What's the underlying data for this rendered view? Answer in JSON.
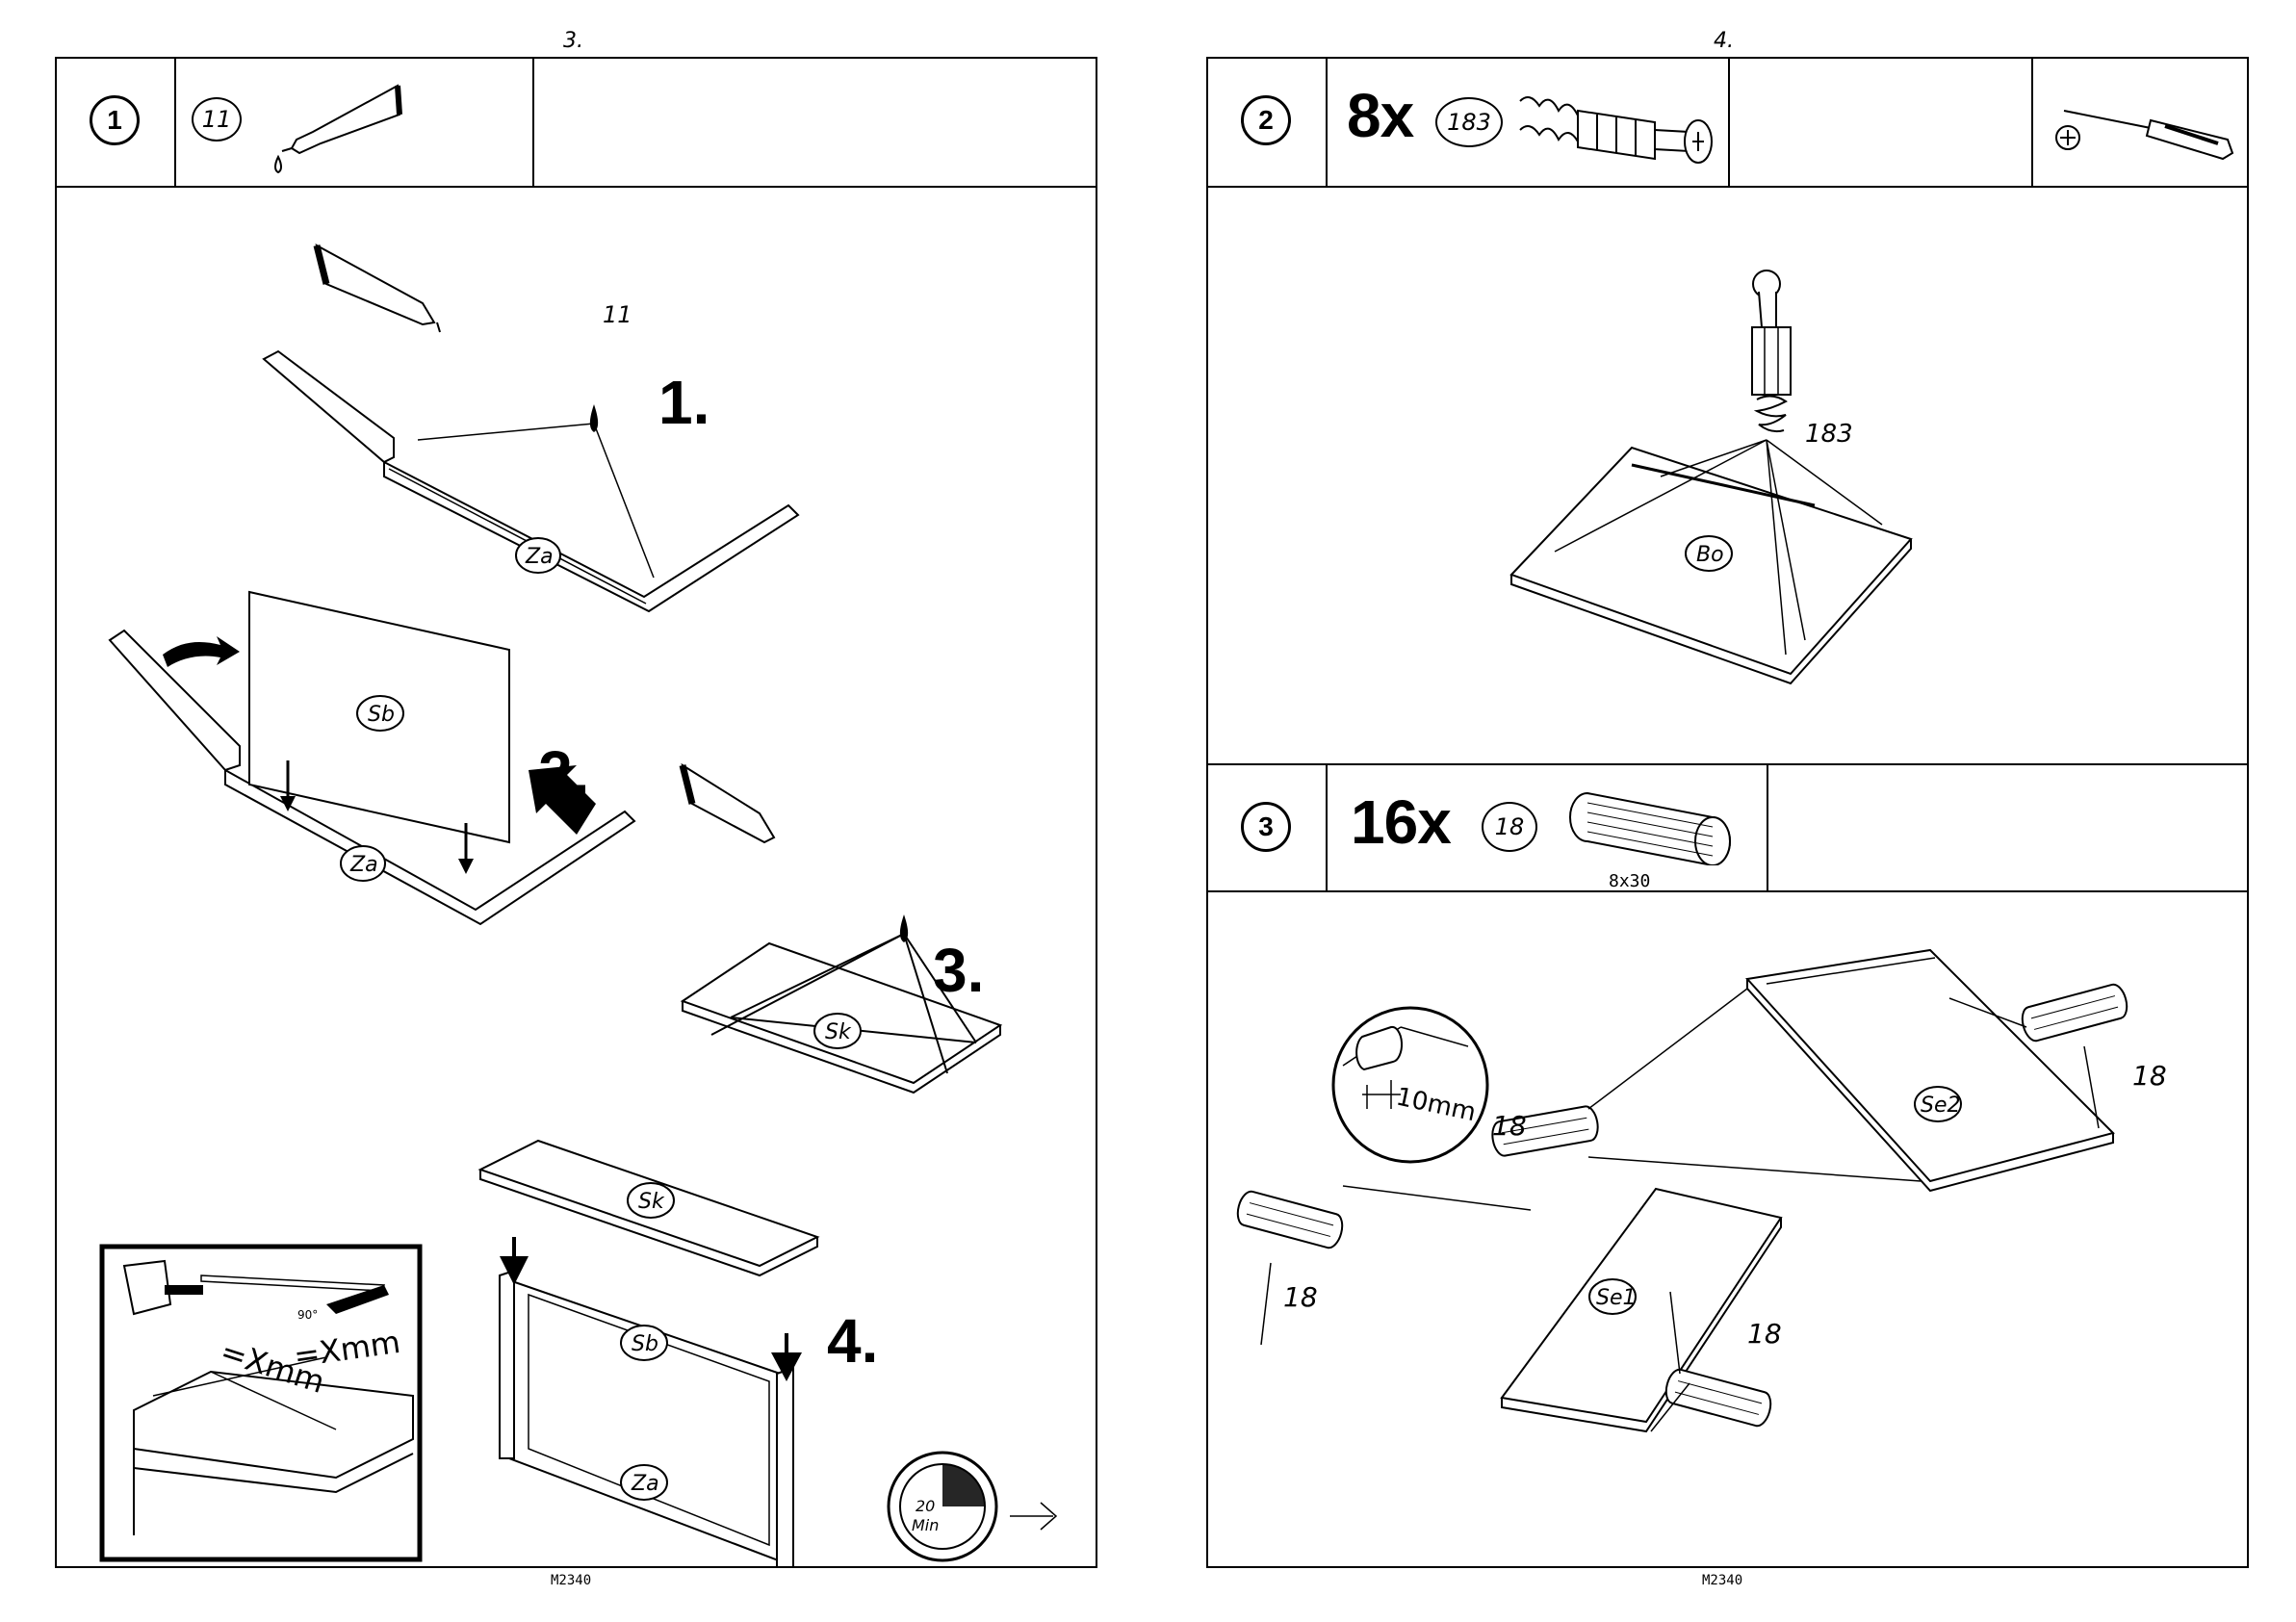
{
  "left_page": {
    "page_number": "3.",
    "footer": "M2340",
    "step": "1",
    "header_part": "11",
    "substeps": [
      "1.",
      "2.",
      "3.",
      "4."
    ],
    "glue_label": "11",
    "parts": {
      "za": "Za",
      "sb": "Sb",
      "sk": "Sk"
    },
    "inset": {
      "measure_1": "=Xmm",
      "measure_2": "=Xmm",
      "angle": "90°"
    },
    "drying": {
      "value": "20",
      "unit": "Min"
    }
  },
  "right_page": {
    "page_number": "4.",
    "footer": "M2340",
    "step_2": {
      "step": "2",
      "quantity": "8x",
      "part": "183",
      "label": "183",
      "board": "Bo"
    },
    "step_3": {
      "step": "3",
      "quantity": "16x",
      "part": "18",
      "dowel_size": "8x30",
      "depth": "10mm",
      "boards": [
        "Se2",
        "Se1"
      ],
      "dowel_labels": [
        "18",
        "18",
        "18",
        "18"
      ]
    }
  },
  "colors": {
    "ink": "#000000",
    "paper": "#ffffff"
  },
  "icons": [
    "glue-tube-icon",
    "screwdriver-icon",
    "cam-bolt-icon",
    "dowel-icon",
    "clock-icon",
    "arrow-right-icon"
  ]
}
